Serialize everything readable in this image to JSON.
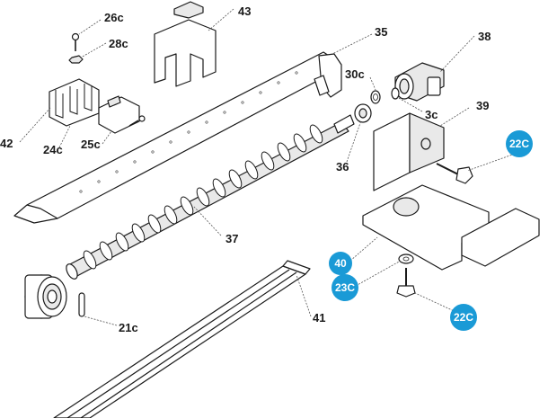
{
  "colors": {
    "callout_badge": "#1a9ad6",
    "line": "#1a1a1a"
  },
  "labels": {
    "p26c": "26c",
    "p28c": "28c",
    "p43": "43",
    "p35": "35",
    "p38": "38",
    "p30c": "30c",
    "p3c": "3c",
    "p39": "39",
    "p42": "42",
    "p24c": "24c",
    "p25c": "25c",
    "p36": "36",
    "p37": "37",
    "p21c": "21c",
    "p41": "41"
  },
  "badges": {
    "b22c_top": "22C",
    "b40": "40",
    "b23c": "23C",
    "b22c_bottom": "22C"
  }
}
